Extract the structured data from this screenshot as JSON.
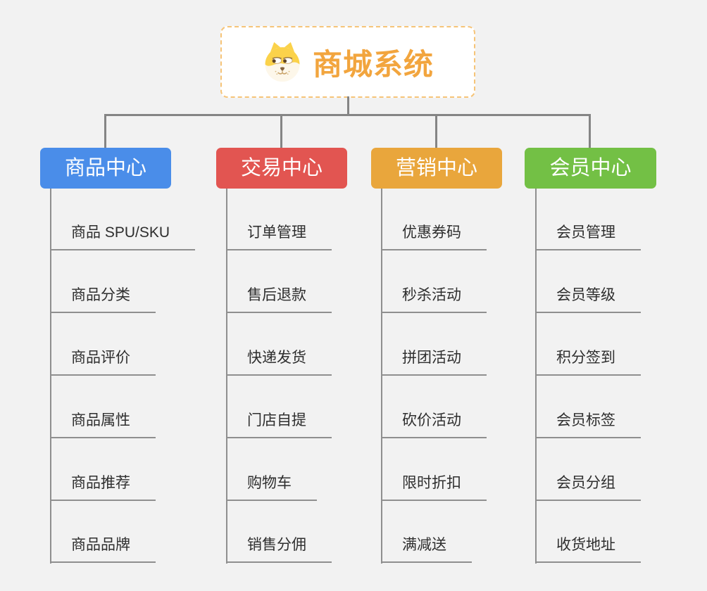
{
  "page": {
    "type": "mind-map",
    "background_color": "#f2f2f2",
    "connector_color": "#858585"
  },
  "root": {
    "title": "商城系统",
    "icon": "dog-icon",
    "text_color": "#f2a53e",
    "border_color": "#f6c478"
  },
  "branches": [
    {
      "label": "商品中心",
      "color": "#4a8de9",
      "items": [
        "商品 SPU/SKU",
        "商品分类",
        "商品评价",
        "商品属性",
        "商品推荐",
        "商品品牌"
      ]
    },
    {
      "label": "交易中心",
      "color": "#e25551",
      "items": [
        "订单管理",
        "售后退款",
        "快递发货",
        "门店自提",
        "购物车",
        "销售分佣"
      ]
    },
    {
      "label": "营销中心",
      "color": "#e9a63c",
      "items": [
        "优惠券码",
        "秒杀活动",
        "拼团活动",
        "砍价活动",
        "限时折扣",
        "满减送"
      ]
    },
    {
      "label": "会员中心",
      "color": "#73c045",
      "items": [
        "会员管理",
        "会员等级",
        "积分签到",
        "会员标签",
        "会员分组",
        "收货地址"
      ]
    }
  ]
}
